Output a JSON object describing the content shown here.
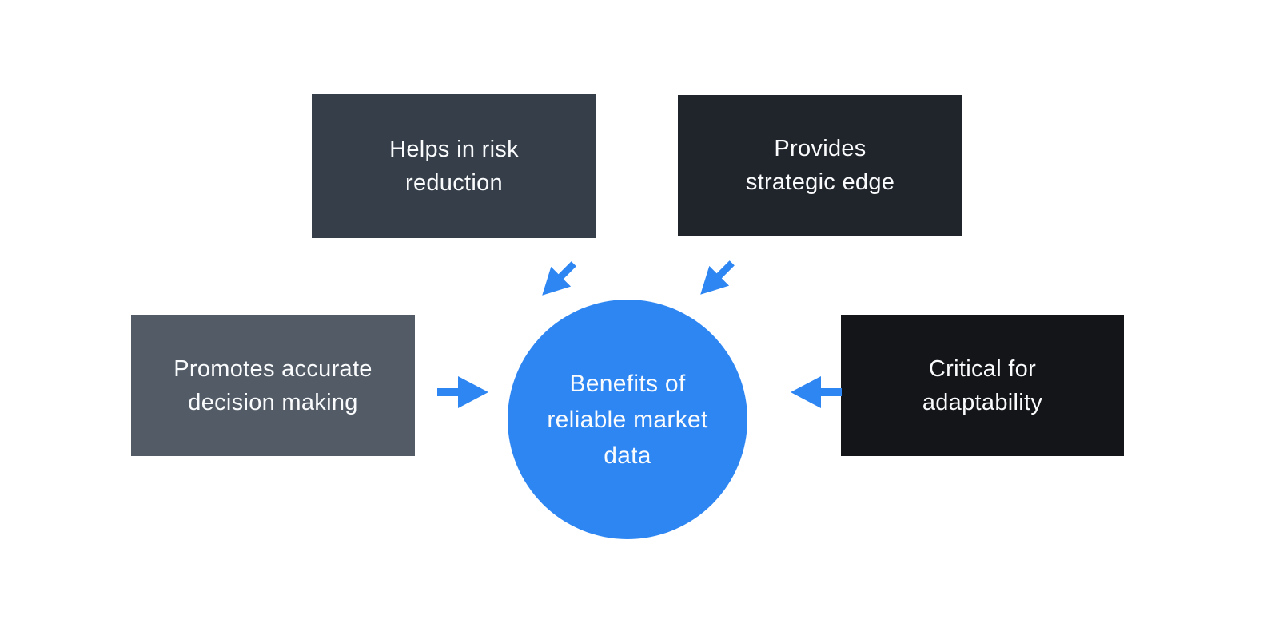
{
  "diagram": {
    "background": "#FFFFFF",
    "text_color": "#FAFBFC",
    "arrow_color": "#2E86F3",
    "center": {
      "label": "Benefits of reliable market data",
      "lines": [
        "Benefits of",
        "reliable market",
        "data"
      ],
      "bg": "#2E86F3"
    },
    "boxes": [
      {
        "label": "Helps in risk reduction",
        "lines": [
          "Helps in risk",
          "reduction"
        ],
        "bg": "#353E49"
      },
      {
        "label": "Provides strategic edge",
        "lines": [
          "Provides",
          "strategic edge"
        ],
        "bg": "#20242B"
      },
      {
        "label": "Promotes accurate decision making",
        "lines": [
          "Promotes accurate",
          "decision making"
        ],
        "bg": "#525B66"
      },
      {
        "label": "Critical for adaptability",
        "lines": [
          "Critical for",
          "adaptability"
        ],
        "bg": "#131518"
      }
    ],
    "arrows": [
      {
        "from": "Helps in risk reduction",
        "to": "Benefits of reliable market data",
        "direction": "down-left"
      },
      {
        "from": "Provides strategic edge",
        "to": "Benefits of reliable market data",
        "direction": "down-left"
      },
      {
        "from": "Promotes accurate decision making",
        "to": "Benefits of reliable market data",
        "direction": "right"
      },
      {
        "from": "Critical for adaptability",
        "to": "Benefits of reliable market data",
        "direction": "left"
      }
    ]
  }
}
